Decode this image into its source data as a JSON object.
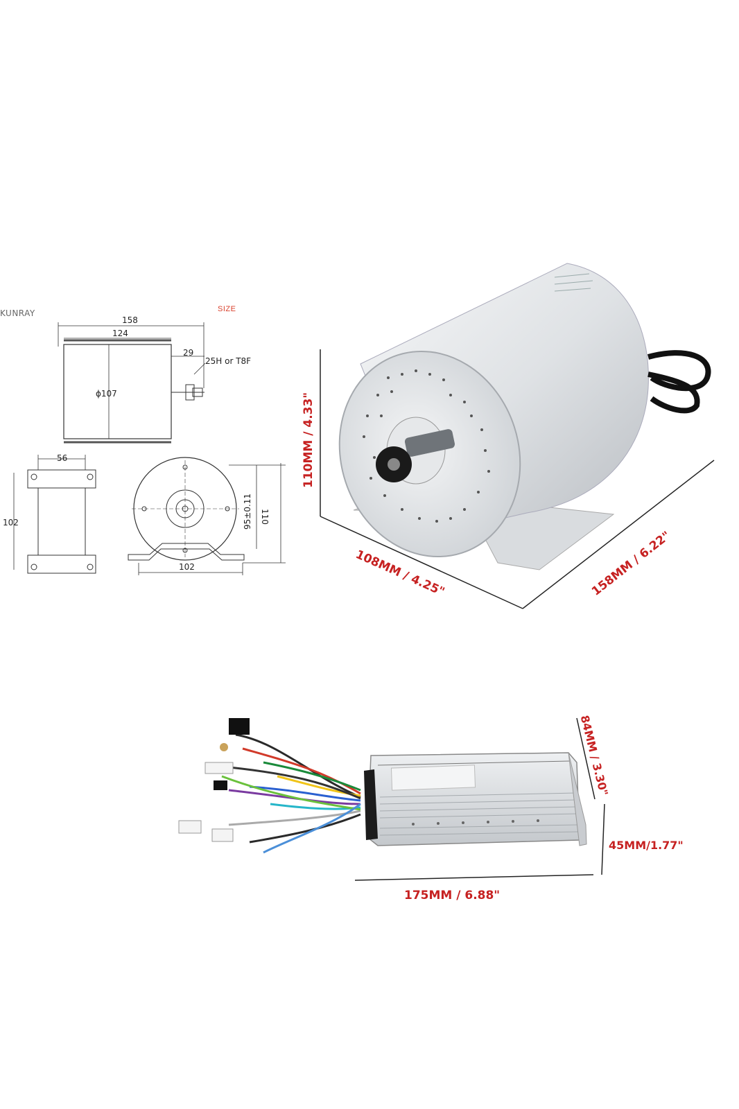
{
  "brand": "KUNRAY",
  "drawing": {
    "title": "SIZE",
    "dims": {
      "overall_length": "158",
      "body_length": "124",
      "shaft_length": "29",
      "sprocket_type": "25H or T8F",
      "diameter": "ϕ107",
      "base_width": "56",
      "side_height": "102",
      "mount_height": "95±0.11",
      "overall_height": "110",
      "base_length": "102"
    }
  },
  "motor": {
    "height_label": "110MM / 4.33\"",
    "width_label": "108MM / 4.25\"",
    "length_label": "158MM / 6.22\""
  },
  "controller": {
    "depth_label": "84MM / 3.30\"",
    "height_label": "45MM/1.77\"",
    "length_label": "175MM / 6.88\""
  },
  "colors": {
    "dimension_red": "#c62121",
    "line_dark": "#333333",
    "metal_light": "#e9ebed",
    "metal_mid": "#c9ccd0"
  }
}
